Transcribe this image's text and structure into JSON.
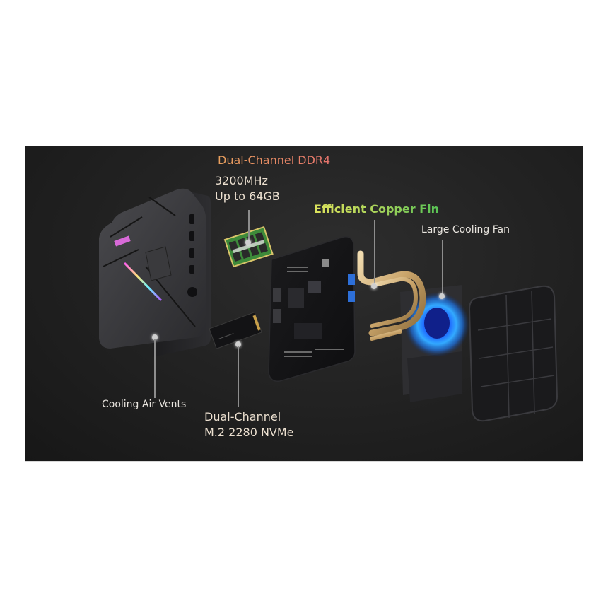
{
  "product": {
    "description": "Exploded view of mini PC components"
  },
  "callouts": {
    "ddr4": {
      "title": "Dual-Channel DDR4",
      "line1": "3200MHz",
      "line2": "Up to 64GB"
    },
    "copper_fin": {
      "title": "Efficient Copper Fin"
    },
    "fan": {
      "title": "Large Cooling Fan"
    },
    "air_vents": {
      "title": "Cooling Air Vents"
    },
    "nvme": {
      "line1": "Dual-Channel",
      "line2": "M.2 2280 NVMe"
    }
  },
  "colors": {
    "background": "#1e1e1e",
    "ddr4_gradient": [
      "#e9a05d",
      "#e5736c"
    ],
    "fin_gradient": [
      "#dce25c",
      "#58c455"
    ],
    "fan_glow": "#1e90ff",
    "copper": "#c9a46a",
    "ram_pcb": "#3a8a3a"
  }
}
